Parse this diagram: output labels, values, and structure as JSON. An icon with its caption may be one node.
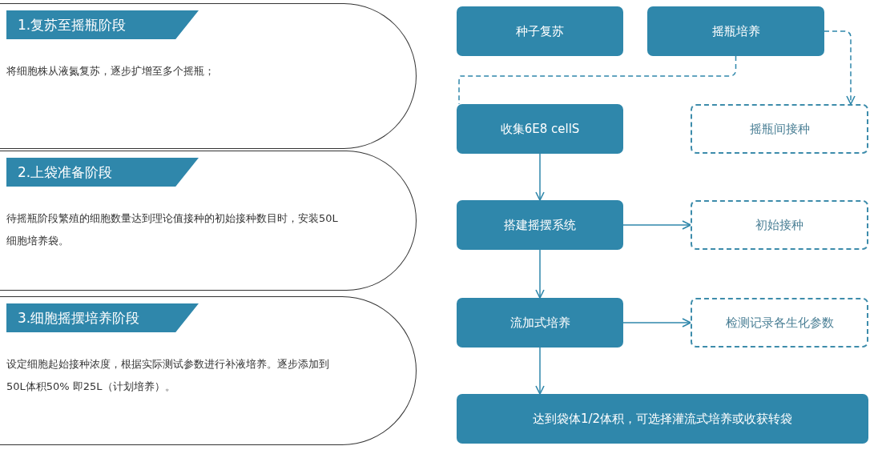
{
  "diagram": {
    "nodes": [
      {
        "text": [
          "1.复苏至摇瓶阶段",
          "将细胞株从液氮复苏，逐步扩增至多个摇瓶；"
        ]
      },
      {
        "text": [
          "2.上袋准备阶段",
          "待摇瓶阶段繁殖的细胞数量达到理论值接种的初始接种数目时，安装50L细胞培养袋。"
        ]
      },
      {
        "text": [
          "3.细胞摇摆培养阶段",
          "设定细胞起始接种浓度，根据实际测试参数进行补液培养。逐步添加到50L体积50% 即25L（计划培养）。"
        ]
      },
      {
        "text": [
          "种子复苏"
        ]
      },
      {
        "text": [
          "摇瓶培养"
        ]
      },
      {
        "text": [
          "收集6E8 cellS"
        ]
      },
      {
        "text": [
          "摇瓶间接种"
        ]
      },
      {
        "text": [
          "搭建摇摆系统"
        ]
      },
      {
        "text": [
          "初始接种"
        ]
      },
      {
        "text": [
          "流加式培养"
        ]
      },
      {
        "text": [
          "检测记录各生化参数"
        ]
      },
      {
        "text": [
          "达到袋体1/2体积，可选择灌流式培养或收获转袋"
        ]
      }
    ],
    "edges": [
      {
        "from": 4,
        "to": 5,
        "arrow": "none",
        "style": "dashed"
      },
      {
        "from": 4,
        "to": 6,
        "arrow": "to",
        "style": "dashed"
      },
      {
        "from": 5,
        "to": 7,
        "arrow": "to"
      },
      {
        "from": 7,
        "to": 8,
        "arrow": "to"
      },
      {
        "from": 7,
        "to": 9,
        "arrow": "to"
      },
      {
        "from": 9,
        "to": 10,
        "arrow": "to"
      },
      {
        "from": 9,
        "to": 11,
        "arrow": "to"
      }
    ]
  }
}
